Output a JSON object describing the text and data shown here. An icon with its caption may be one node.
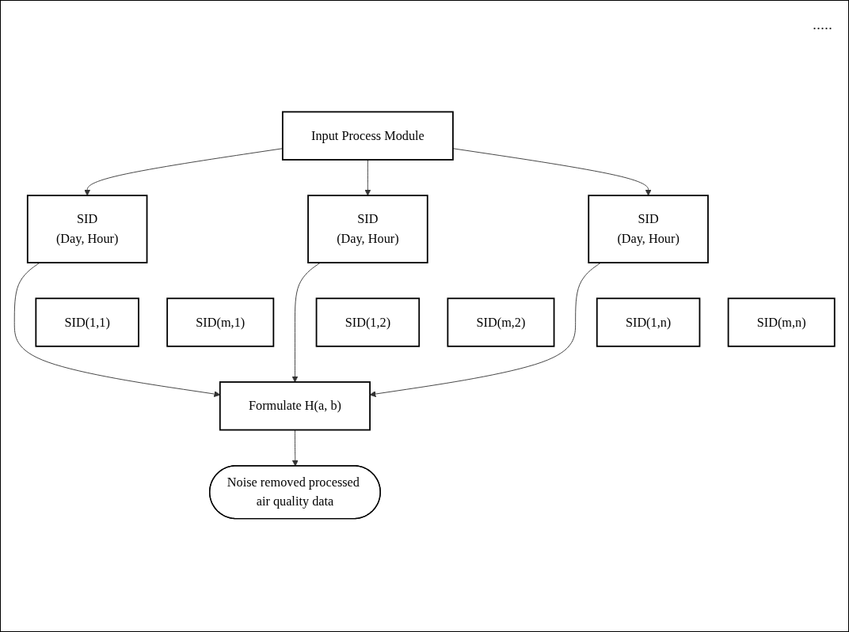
{
  "diagram": {
    "nodes": [
      {
        "text": [
          "Input Process Module"
        ]
      },
      {
        "text": [
          "SID",
          "(Day, Hour)"
        ]
      },
      {
        "text": [
          "SID",
          "(Day, Hour)"
        ]
      },
      {
        "text": [
          "SID",
          "(Day, Hour)"
        ]
      },
      {
        "text": [
          "SID(1,1)"
        ]
      },
      {
        "text": [
          "SID(m,1)"
        ]
      },
      {
        "text": [
          "SID(1,2)"
        ]
      },
      {
        "text": [
          "SID(m,2)"
        ]
      },
      {
        "text": [
          "SID(1,n)"
        ]
      },
      {
        "text": [
          "SID(m,n)"
        ]
      },
      {
        "text": [
          "Formulate H(a, b)"
        ]
      },
      {
        "text": [
          "Noise removed processed air quality data"
        ]
      }
    ],
    "edges": [
      {
        "from": 0,
        "to": 1,
        "arrow": "to"
      },
      {
        "from": 0,
        "to": 2,
        "arrow": "to"
      },
      {
        "from": 0,
        "to": 3,
        "arrow": "to"
      },
      {
        "from": 1,
        "to": 10,
        "arrow": "to"
      },
      {
        "from": 2,
        "to": 10,
        "arrow": "to"
      },
      {
        "from": 3,
        "to": 10,
        "arrow": "to"
      },
      {
        "from": 10,
        "to": 11,
        "arrow": "to"
      }
    ],
    "labels": [
      "....."
    ]
  }
}
